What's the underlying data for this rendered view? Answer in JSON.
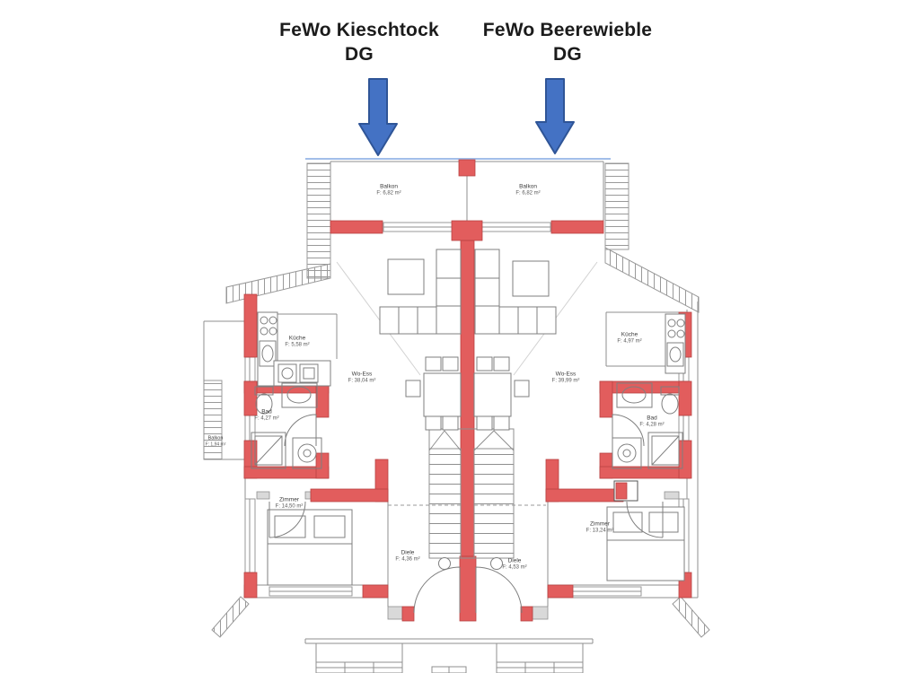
{
  "colors": {
    "wall_red": "#e25d5d",
    "wall_red_border": "#b84343",
    "arrow_blue": "#4472c4",
    "arrow_blue_border": "#2f5597"
  },
  "titles": {
    "left": {
      "line1": "FeWo Kieschtock",
      "line2": "DG"
    },
    "right": {
      "line1": "FeWo Beerewieble",
      "line2": "DG"
    }
  },
  "rooms": {
    "balkon_left": {
      "name": "Balkon",
      "area": "F: 6,82 m²"
    },
    "balkon_right": {
      "name": "Balkon",
      "area": "F: 6,82 m²"
    },
    "kueche_left": {
      "name": "Küche",
      "area": "F: 5,58 m²"
    },
    "kueche_right": {
      "name": "Küche",
      "area": "F: 4,97 m²"
    },
    "woess_left": {
      "name": "Wo-Ess",
      "area": "F: 38,04 m²"
    },
    "woess_right": {
      "name": "Wo-Ess",
      "area": "F: 39,99 m²"
    },
    "bad_left": {
      "name": "Bad",
      "area": "F: 4,27 m²"
    },
    "bad_right": {
      "name": "Bad",
      "area": "F: 4,28 m²"
    },
    "zimmer_left": {
      "name": "Zimmer",
      "area": "F: 14,50 m²"
    },
    "zimmer_right": {
      "name": "Zimmer",
      "area": "F: 13,24 m²"
    },
    "diele_left": {
      "name": "Diele",
      "area": "F: 4,36 m²"
    },
    "diele_right": {
      "name": "Diele",
      "area": "F: 4,53 m²"
    },
    "balkon_side": {
      "name": "Balkon",
      "area": "F: 1,94 m²"
    }
  }
}
